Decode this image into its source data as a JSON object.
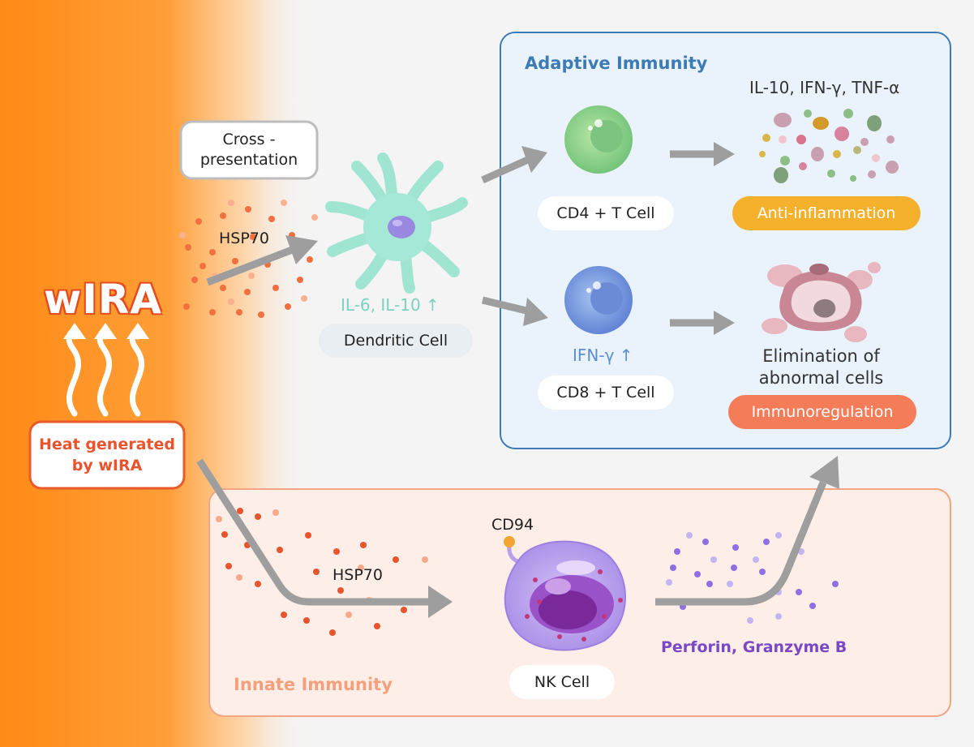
{
  "source": {
    "title": "wIRA",
    "heat_label": "Heat generated by wIRA"
  },
  "cross_presentation": "Cross - presentation",
  "hsp70_top": "HSP70",
  "dendritic": {
    "cytokines": "IL-6,  IL-10 ↑",
    "label": "Dendritic Cell"
  },
  "adaptive": {
    "title": "Adaptive Immunity",
    "cd4_label": "CD4 + T Cell",
    "cytokines": "IL-10, IFN-γ, TNF-α",
    "anti_inflammation": "Anti-inflammation",
    "cd8_ifn": "IFN-γ ↑",
    "cd8_label": "CD8 + T Cell",
    "elimination": "Elimination of abnormal cells",
    "immunoregulation": "Immunoregulation"
  },
  "innate": {
    "title": "Innate Immunity",
    "hsp70": "HSP70",
    "cd94": "CD94",
    "nk_label": "NK Cell",
    "perforin": "Perforin, Granzyme B"
  },
  "colors": {
    "orange": "#ff8a1e",
    "adaptive_box": "#eaf2fb",
    "adaptive_border": "#3d7bb5",
    "innate_box": "#fdeee7",
    "innate_border": "#f2a483",
    "arrow": "#9e9e9e",
    "teal_text": "#7fd1bf",
    "blue_text": "#5b8fcf",
    "purple_text": "#7a47c7",
    "amber": "#f5b12b",
    "salmon": "#f47c59"
  }
}
